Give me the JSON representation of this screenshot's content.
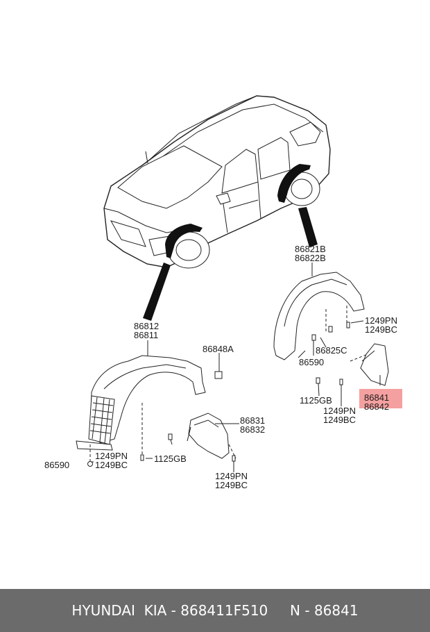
{
  "labels": {
    "front_liner_upper": "86812",
    "front_liner_lower": "86811",
    "clip_front": "86848A",
    "mudguard_front_upper": "86831",
    "mudguard_front_lower": "86832",
    "rear_liner_upper": "86821B",
    "rear_liner_lower": "86822B",
    "screw_rear_upper": "1249PN",
    "screw_rear_lower": "1249BC",
    "clip_rear": "86825C",
    "nut_rear": "86590",
    "nut_front": "86590",
    "screw_front_upper": "1249PN",
    "screw_front_lower": "1249BC",
    "bolt_front": "1125GB",
    "screw_mud_front_upper": "1249PN",
    "screw_mud_front_lower": "1249BC",
    "bolt_rear": "1125GB",
    "screw_mud_rear_upper": "1249PN",
    "screw_mud_rear_lower": "1249BC",
    "mudguard_rear_upper": "86841",
    "mudguard_rear_lower": "86842"
  },
  "footer": {
    "text": "HYUNDAI  KIA - 868411F510     N - 86841"
  },
  "colors": {
    "highlight": "#f4a0a0",
    "footer_bg": "#6b6b6b",
    "footer_text": "#ffffff"
  }
}
